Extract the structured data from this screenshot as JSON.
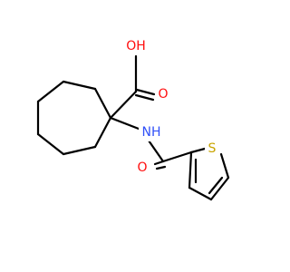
{
  "molecule": {
    "atoms": {
      "oh": {
        "text": "OH",
        "color": "#ff0d0d"
      },
      "o_carbonyl_acid": {
        "text": "O",
        "color": "#ff0d0d"
      },
      "nh": {
        "text": "NH",
        "color": "#3050f8"
      },
      "o_amide": {
        "text": "O",
        "color": "#ff0d0d"
      },
      "s": {
        "text": "S",
        "color": "#c8a400"
      }
    },
    "bond_color": "#000000"
  }
}
